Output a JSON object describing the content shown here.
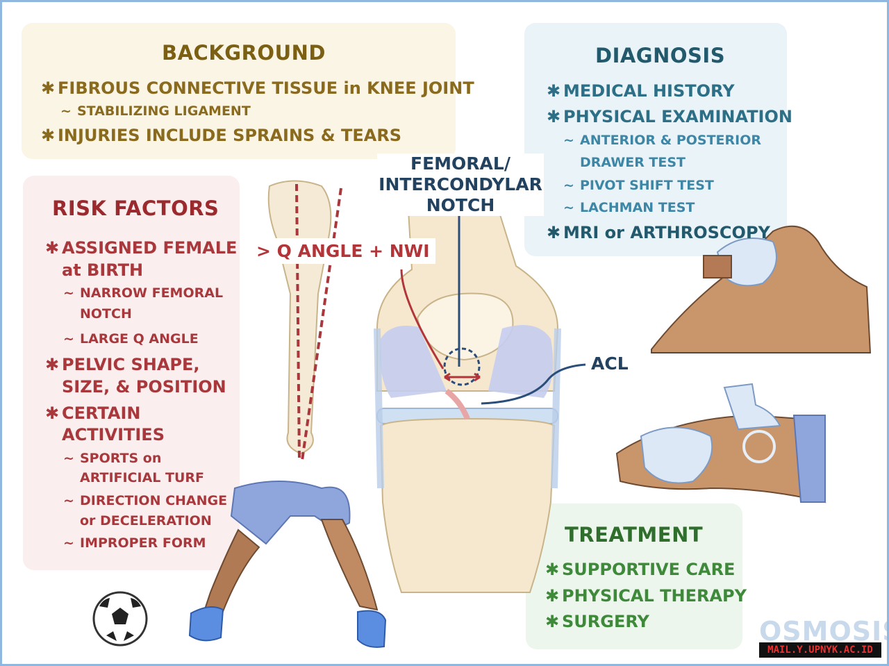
{
  "background": {
    "title": "BACKGROUND",
    "items": [
      {
        "type": "bullet",
        "text": "FIBROUS CONNECTIVE TISSUE in KNEE JOINT"
      },
      {
        "type": "sub",
        "text": "STABILIZING LIGAMENT"
      },
      {
        "type": "bullet",
        "text": "INJURIES INCLUDE SPRAINS & TEARS"
      }
    ]
  },
  "risk_factors": {
    "title": "RISK FACTORS",
    "lines": [
      "ASSIGNED FEMALE",
      "at BIRTH",
      "NARROW FEMORAL",
      "NOTCH",
      "LARGE Q ANGLE",
      "PELVIC SHAPE,",
      "SIZE, & POSITION",
      "CERTAIN",
      "ACTIVITIES",
      "SPORTS on",
      "ARTIFICIAL TURF",
      "DIRECTION CHANGE",
      "or DECELERATION",
      "IMPROPER FORM"
    ]
  },
  "diagnosis": {
    "title": "DIAGNOSIS",
    "lines": [
      "MEDICAL HISTORY",
      "PHYSICAL EXAMINATION",
      "ANTERIOR & POSTERIOR",
      "DRAWER TEST",
      "PIVOT SHIFT TEST",
      "LACHMAN TEST",
      "MRI or ARTHROSCOPY"
    ]
  },
  "treatment": {
    "title": "TREATMENT",
    "items": [
      "SUPPORTIVE CARE",
      "PHYSICAL THERAPY",
      "SURGERY"
    ]
  },
  "labels": {
    "femoral_line1": "FEMORAL/",
    "femoral_line2": "INTERCONDYLAR",
    "femoral_line3": "NOTCH",
    "q_angle": "> Q ANGLE + NWI",
    "acl": "ACL"
  },
  "logo": {
    "text": "OSMOSIS"
  },
  "watermark": {
    "text": "MAIL.Y.UPNYK.AC.ID"
  },
  "colors": {
    "background_panel": "#fbf5e6",
    "risk_panel": "#fbeeee",
    "diagnosis_panel": "#eaf3f8",
    "treatment_panel": "#edf6ec",
    "risk_red": "#a8383c",
    "diagnosis_blue": "#2d6f86",
    "treatment_green": "#3e8a3a",
    "background_gold": "#8a6a1e"
  }
}
